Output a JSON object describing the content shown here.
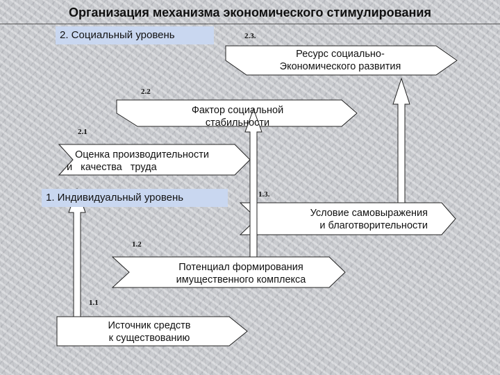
{
  "title": "Организация механизма экономического стимулирования",
  "levels": {
    "social": "2. Социальный уровень",
    "individual": "1. Индивидуальный уровень"
  },
  "refs": {
    "r23": "2.3.",
    "r22": "2.2",
    "r21": "2.1",
    "r13": "1.3.",
    "r12": "1.2",
    "r11": "1.1"
  },
  "nodes": {
    "n23": [
      "Ресурс социально-",
      "Экономического развития"
    ],
    "n22": [
      "Фактор социальной",
      "стабильности"
    ],
    "n21": [
      "Оценка производительности",
      "и   качества   труда"
    ],
    "n13": [
      "Условие самовыражения",
      "и благотворительности"
    ],
    "n12": [
      "Потенциал формирования",
      "имущественного комплекса"
    ],
    "n11": [
      "Источник средств",
      "к существованию"
    ]
  }
}
